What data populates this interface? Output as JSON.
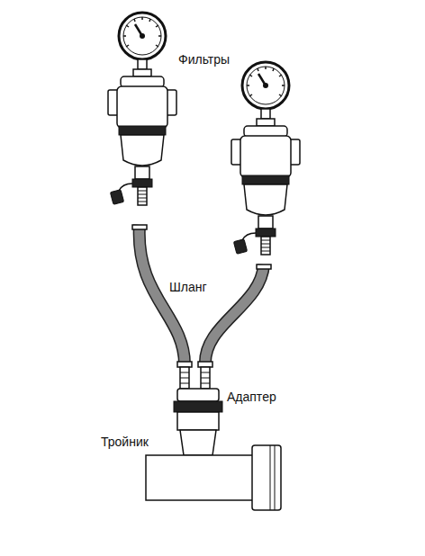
{
  "diagram": {
    "labels": [
      "Фильтры",
      "Шланг",
      "Адаптер",
      "Тройник"
    ]
  }
}
